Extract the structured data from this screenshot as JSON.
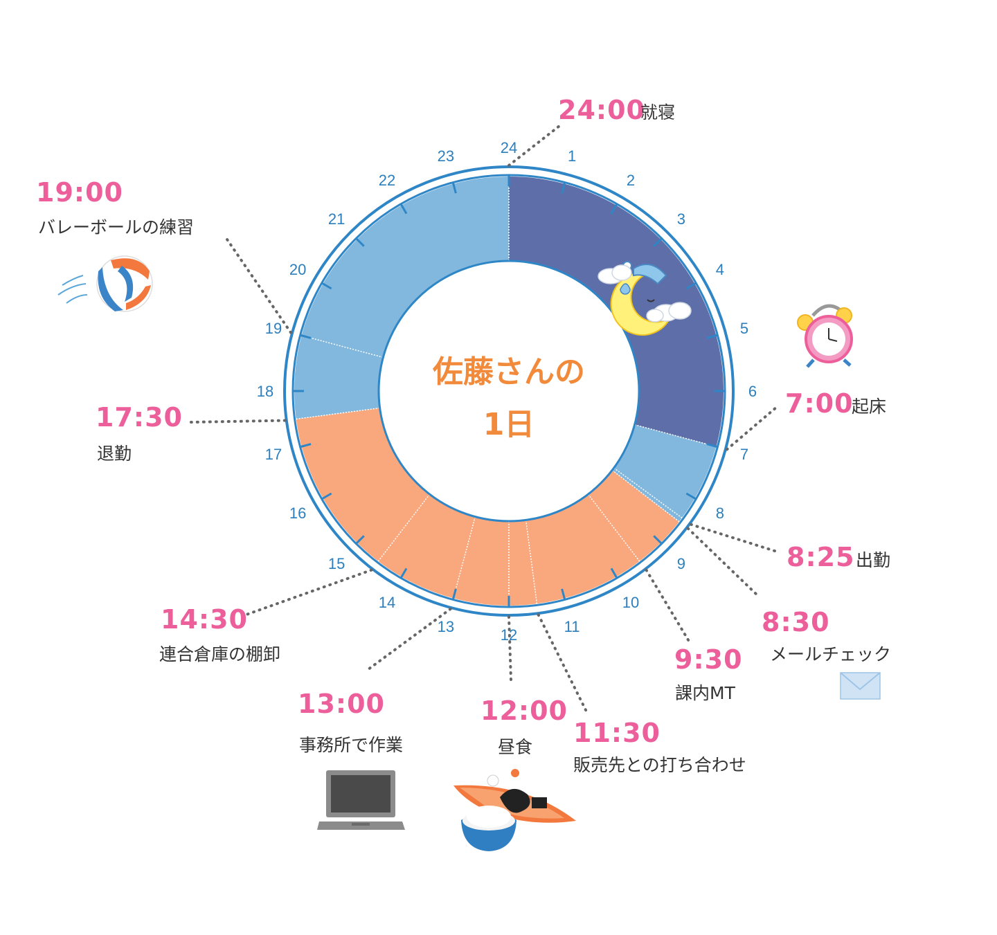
{
  "title": {
    "line1": "佐藤さんの",
    "line2": "1日"
  },
  "schedule": [
    {
      "start": 0,
      "end": 7,
      "color": "#5d6ea9"
    },
    {
      "start": 7,
      "end": 8.5,
      "color": "#82b8dd"
    },
    {
      "start": 8.5,
      "end": 17.5,
      "color": "#f9a77d"
    },
    {
      "start": 17.5,
      "end": 24,
      "color": "#82b8dd"
    }
  ],
  "hour_labels": [
    "24",
    "1",
    "2",
    "3",
    "4",
    "5",
    "6",
    "7",
    "8",
    "9",
    "10",
    "11",
    "12",
    "13",
    "14",
    "15",
    "16",
    "17",
    "18",
    "19",
    "20",
    "21",
    "22",
    "23"
  ],
  "events": [
    {
      "id": "sleep",
      "time": "24:00",
      "label": "就寝"
    },
    {
      "id": "wake",
      "time": "7:00",
      "label": "起床"
    },
    {
      "id": "commute",
      "time": "8:25",
      "label": "出勤"
    },
    {
      "id": "mail",
      "time": "8:30",
      "label": "メールチェック"
    },
    {
      "id": "meeting",
      "time": "9:30",
      "label": "課内MT"
    },
    {
      "id": "client",
      "time": "11:30",
      "label": "販売先との打ち合わせ"
    },
    {
      "id": "lunch",
      "time": "12:00",
      "label": "昼食"
    },
    {
      "id": "office",
      "time": "13:00",
      "label": "事務所で作業"
    },
    {
      "id": "warehouse",
      "time": "14:30",
      "label": "連合倉庫の棚卸"
    },
    {
      "id": "leave",
      "time": "17:30",
      "label": "退勤"
    },
    {
      "id": "volley",
      "time": "19:00",
      "label": "バレーボールの練習"
    }
  ],
  "colors": {
    "ring": "#2f86c6",
    "time_text": "#ec5f9a",
    "title_text": "#f28a3b",
    "sleep": "#5d6ea9",
    "off": "#82b8dd",
    "work": "#f9a77d"
  },
  "icons": [
    "moon-icon",
    "alarm-clock-icon",
    "mail-icon",
    "laptop-icon",
    "lunch-icon",
    "volleyball-icon"
  ]
}
